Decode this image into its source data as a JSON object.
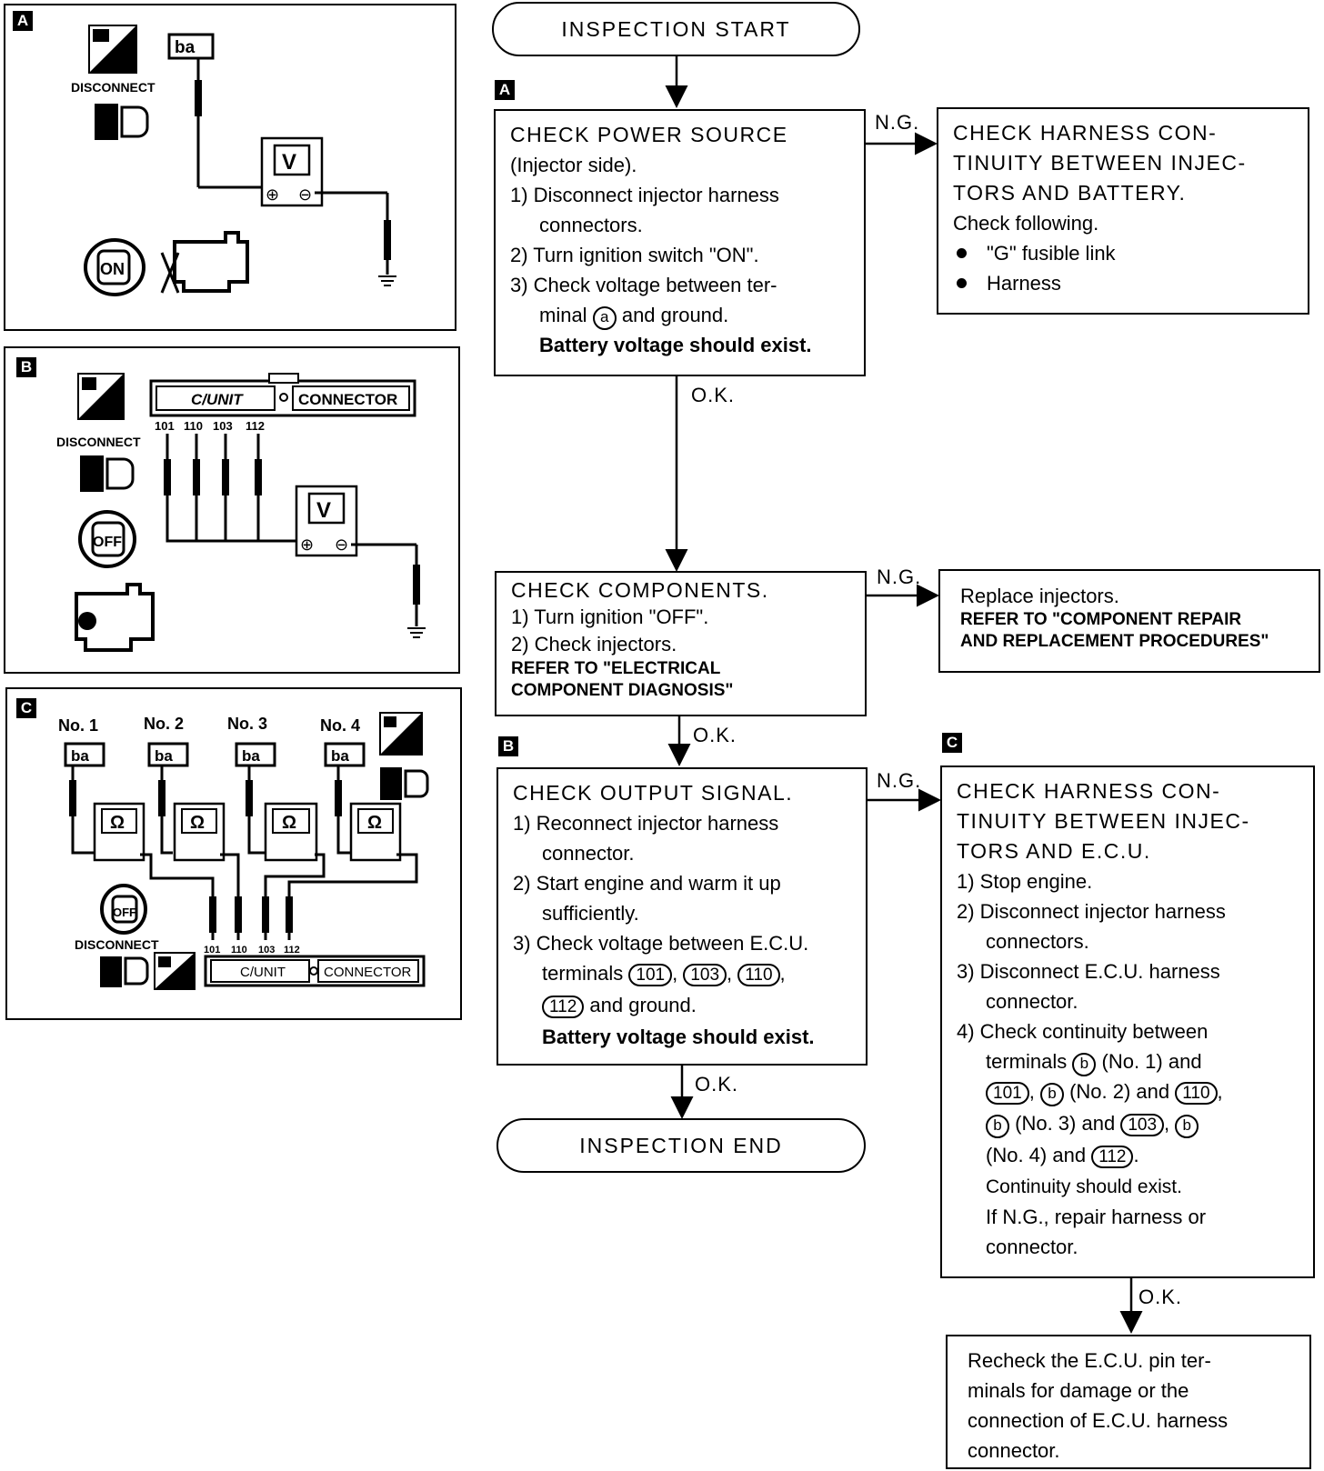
{
  "tags": {
    "a": "A",
    "b": "B",
    "c": "C"
  },
  "start": "INSPECTION START",
  "end": "INSPECTION END",
  "ng": "N.G.",
  "ok": "O.K.",
  "step_a": {
    "title": "CHECK POWER SOURCE",
    "l1": "(Injector side).",
    "l2": "1) Disconnect injector harness",
    "l3": "connectors.",
    "l4": "2) Turn ignition switch \"ON\".",
    "l5": "3) Check voltage between ter-",
    "l6a": "minal",
    "l6t": "a",
    "l6b": "and ground.",
    "l7": "Battery voltage should exist."
  },
  "ng_a": {
    "l1": "CHECK HARNESS CON-",
    "l2": "TINUITY BETWEEN INJEC-",
    "l3": "TORS AND BATTERY.",
    "l4": "Check following.",
    "b1": "\"G\" fusible link",
    "b2": "Harness"
  },
  "comp": {
    "l1": "CHECK COMPONENTS.",
    "l2": "1) Turn ignition \"OFF\".",
    "l3": "2) Check injectors.",
    "l4": "REFER TO \"ELECTRICAL",
    "l5": "COMPONENT DIAGNOSIS\""
  },
  "ng_comp": {
    "l1": "Replace injectors.",
    "l2": "REFER TO \"COMPONENT REPAIR",
    "l3": "AND REPLACEMENT PROCEDURES\""
  },
  "step_b": {
    "title": "CHECK OUTPUT SIGNAL.",
    "l1": "1) Reconnect injector harness",
    "l2": "connector.",
    "l3": "2) Start engine and warm it up",
    "l4": "sufficiently.",
    "l5": "3) Check voltage between E.C.U.",
    "l6": "terminals",
    "t1": "101",
    "t2": "103",
    "t3": "110",
    "t4": "112",
    "l7": "and ground.",
    "l8": "Battery voltage should exist."
  },
  "step_c": {
    "l1": "CHECK HARNESS CON-",
    "l2": "TINUITY BETWEEN INJEC-",
    "l3": "TORS AND E.C.U.",
    "s1": "1) Stop engine.",
    "s2": "2) Disconnect injector harness",
    "s2b": "connectors.",
    "s3": "3) Disconnect E.C.U. harness",
    "s3b": "connector.",
    "s4": "4) Check continuity between",
    "r1a": "terminals",
    "tb": "b",
    "r1b": "(No. 1) and",
    "t101": "101",
    "r2b": "(No. 2) and",
    "t110": "110",
    "r3b": "(No. 3) and",
    "t103": "103",
    "r4a": "(No. 4) and",
    "t112": "112",
    "s5": "Continuity should exist.",
    "s6": "If N.G., repair harness or",
    "s7": "connector."
  },
  "final": {
    "l1": "Recheck the E.C.U. pin ter-",
    "l2": "minals for damage or the",
    "l3": "connection of E.C.U. harness",
    "l4": "connector."
  },
  "diagrams": {
    "disconnect": "DISCONNECT",
    "v": "V",
    "ohm": "Ω",
    "plus": "⊕",
    "minus": "⊖",
    "on": "ON",
    "off": "OFF",
    "cunit_b": "C/UNIT",
    "connector": "CONNECTOR",
    "cunit_c": "C/UNIT",
    "pins": [
      "101",
      "110",
      "103",
      "112"
    ],
    "nos": [
      "No. 1",
      "No. 2",
      "No. 3",
      "No. 4"
    ],
    "ba": "ba"
  }
}
